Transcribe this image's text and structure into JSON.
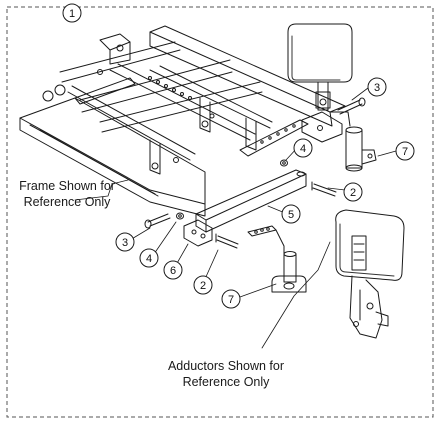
{
  "figure_number": "1",
  "notes": {
    "frame_line1": "Frame Shown for",
    "frame_line2": "Reference Only",
    "adductors_line1": "Adductors Shown for",
    "adductors_line2": "Reference Only"
  },
  "callouts": [
    "2",
    "2",
    "3",
    "3",
    "4",
    "4",
    "5",
    "6",
    "7",
    "7"
  ],
  "colors": {
    "line": "#1a1a1a",
    "border": "#555555",
    "pad": "#333333"
  }
}
